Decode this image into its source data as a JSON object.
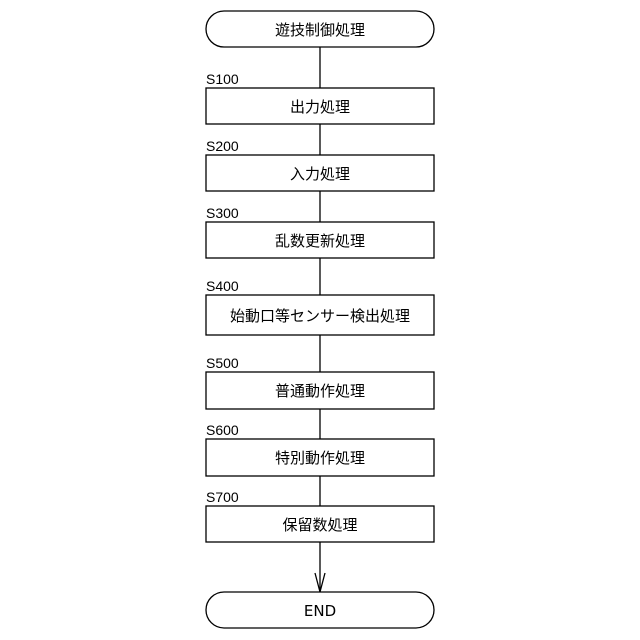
{
  "start": {
    "label": "遊技制御処理"
  },
  "steps": [
    {
      "id": "S100",
      "label": "出力処理"
    },
    {
      "id": "S200",
      "label": "入力処理"
    },
    {
      "id": "S300",
      "label": "乱数更新処理"
    },
    {
      "id": "S400",
      "label": "始動口等センサー検出処理"
    },
    {
      "id": "S500",
      "label": "普通動作処理"
    },
    {
      "id": "S600",
      "label": "特別動作処理"
    },
    {
      "id": "S700",
      "label": "保留数処理"
    }
  ],
  "end": {
    "label": "END"
  }
}
